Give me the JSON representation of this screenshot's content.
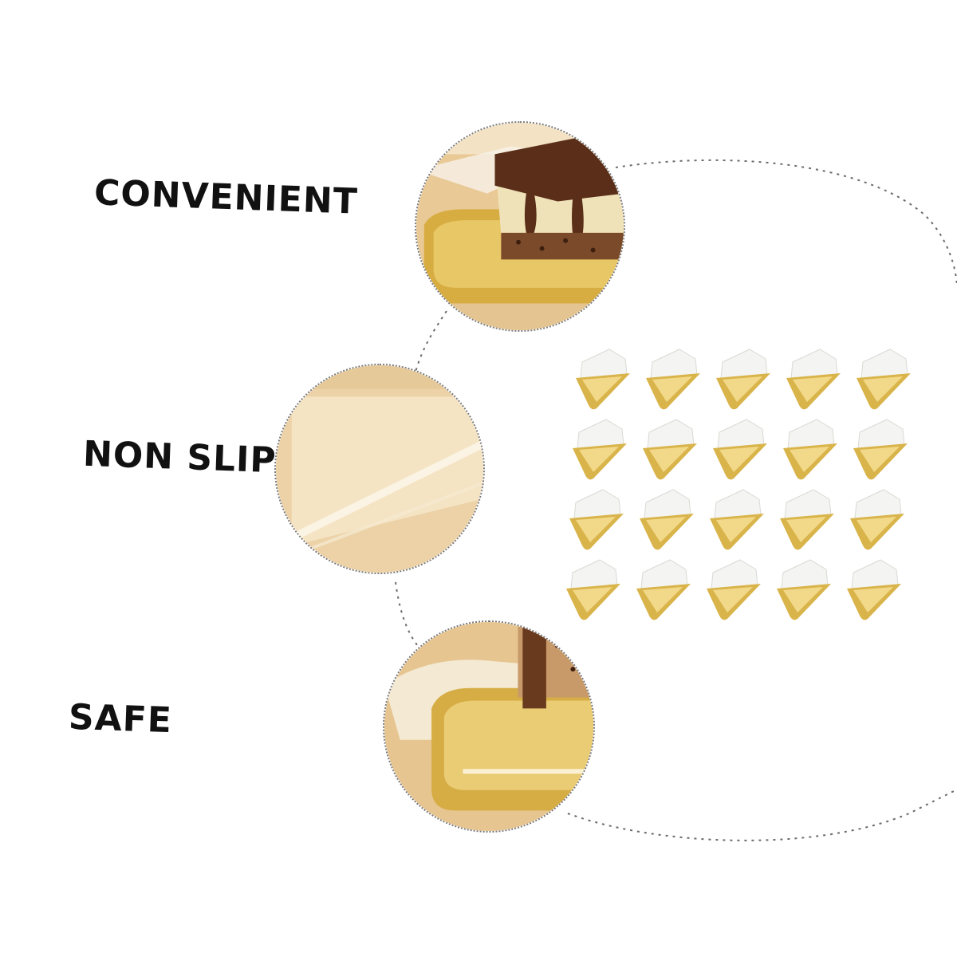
{
  "features": {
    "convenient": "CONVENIENT",
    "non_slip": "NON SLIP",
    "safe": "SAFE"
  },
  "product_grid": {
    "rows": 4,
    "columns": 5,
    "item_icon": "cake-slice-box-icon"
  },
  "colors": {
    "gold": "#d9b44a",
    "gold_light": "#f2d98a",
    "wood": "#e8c896",
    "chocolate": "#5a2e18",
    "dots": "#7a7a7a"
  },
  "icons": [
    "cake-slice-box-icon"
  ]
}
